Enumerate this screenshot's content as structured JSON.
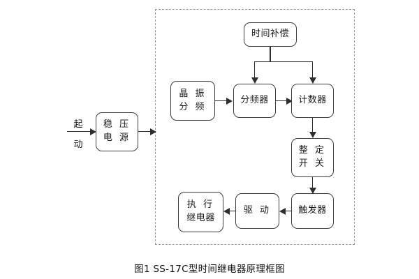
{
  "figure": {
    "caption": "图1  SS-17C型时间继电器原理框图",
    "region_label": "dashed-enclosure"
  },
  "input": {
    "signal_top": "起",
    "signal_bottom": "动"
  },
  "blocks": {
    "power": {
      "line1": "稳 压",
      "line2": "电 源"
    },
    "time_compensation": {
      "line1": "时间补偿"
    },
    "crystal": {
      "line1": "晶 振",
      "line2": "分 频"
    },
    "divider": {
      "line1": "分频器"
    },
    "counter": {
      "line1": "计数器"
    },
    "setting_switch": {
      "line1": "整 定",
      "line2": "开 关"
    },
    "trigger": {
      "line1": "触发器"
    },
    "drive": {
      "line1": "驱 动"
    },
    "relay": {
      "line1": "执 行",
      "line2": "继电器"
    }
  },
  "colors": {
    "block_border": "#3c3c3c",
    "connector": "#2e2e2e",
    "dashed_border": "#9a9a9a",
    "text": "#1a1a1a",
    "background": "#ffffff"
  }
}
